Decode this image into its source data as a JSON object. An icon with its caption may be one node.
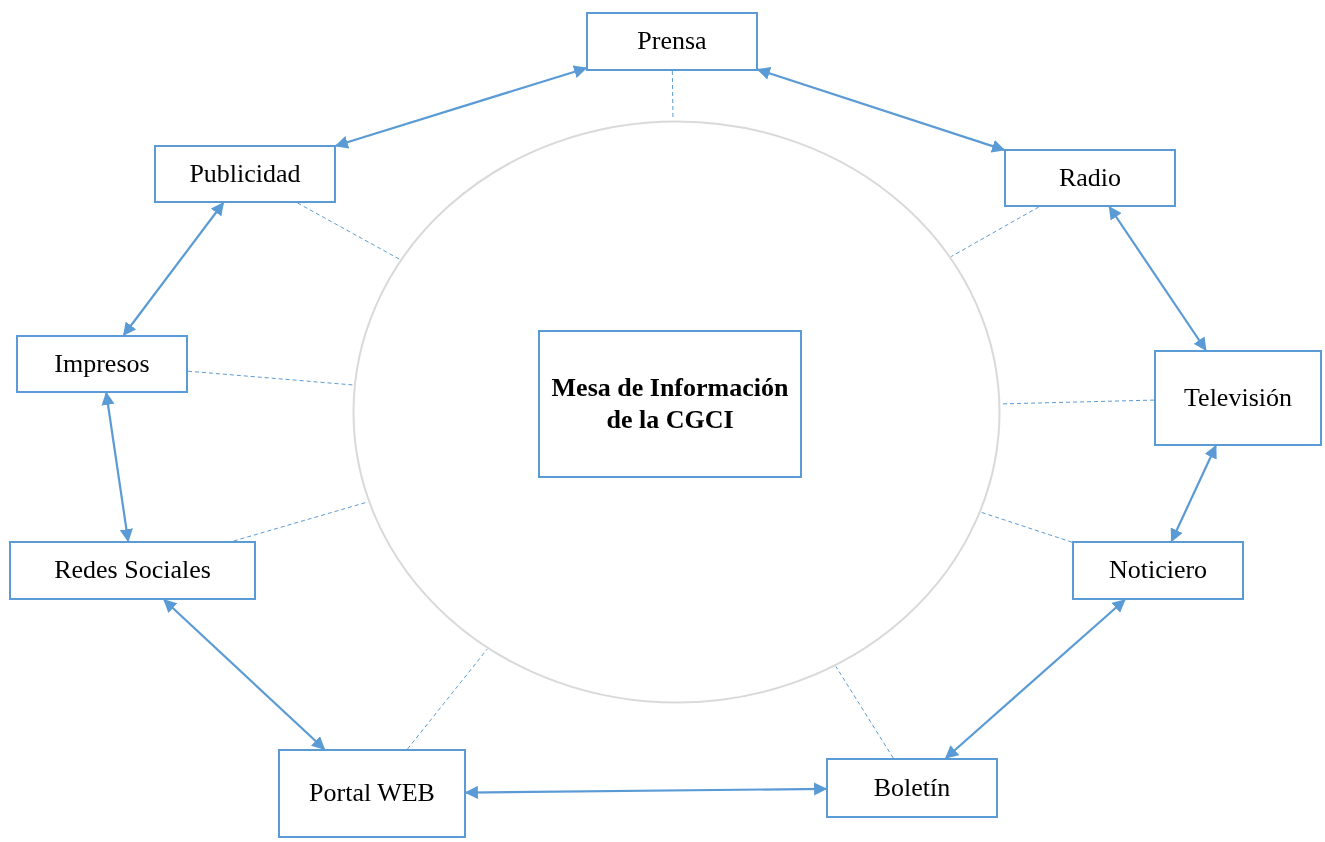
{
  "diagram": {
    "nodes": [
      {
        "text": [
          "Prensa"
        ]
      },
      {
        "text": [
          "Radio"
        ]
      },
      {
        "text": [
          "Televisión"
        ]
      },
      {
        "text": [
          "Noticiero"
        ]
      },
      {
        "text": [
          "Boletín"
        ]
      },
      {
        "text": [
          "Portal WEB"
        ]
      },
      {
        "text": [
          "Redes Sociales"
        ]
      },
      {
        "text": [
          "Impresos"
        ]
      },
      {
        "text": [
          "Publicidad"
        ]
      },
      {
        "text": [],
        "shape": "circle"
      },
      {
        "text": [
          "Mesa de Información de la CGCI"
        ],
        "in": 9
      }
    ],
    "edges": [
      {
        "from": 0,
        "to": 1,
        "arrow": "both"
      },
      {
        "from": 1,
        "to": 2,
        "arrow": "both"
      },
      {
        "from": 2,
        "to": 3,
        "arrow": "both"
      },
      {
        "from": 3,
        "to": 4,
        "arrow": "both"
      },
      {
        "from": 4,
        "to": 5,
        "arrow": "both"
      },
      {
        "from": 5,
        "to": 6,
        "arrow": "both"
      },
      {
        "from": 6,
        "to": 7,
        "arrow": "both"
      },
      {
        "from": 7,
        "to": 8,
        "arrow": "both"
      },
      {
        "from": 8,
        "to": 0,
        "arrow": "both"
      },
      {
        "from": 0,
        "to": 9,
        "arrow": "none",
        "style": "dashed"
      },
      {
        "from": 1,
        "to": 9,
        "arrow": "none",
        "style": "dashed"
      },
      {
        "from": 2,
        "to": 9,
        "arrow": "none",
        "style": "dashed"
      },
      {
        "from": 3,
        "to": 9,
        "arrow": "none",
        "style": "dashed"
      },
      {
        "from": 4,
        "to": 9,
        "arrow": "none",
        "style": "dashed"
      },
      {
        "from": 5,
        "to": 9,
        "arrow": "none",
        "style": "dashed"
      },
      {
        "from": 6,
        "to": 9,
        "arrow": "none",
        "style": "dashed"
      },
      {
        "from": 7,
        "to": 9,
        "arrow": "none",
        "style": "dashed"
      },
      {
        "from": 8,
        "to": 9,
        "arrow": "none",
        "style": "dashed"
      }
    ]
  }
}
